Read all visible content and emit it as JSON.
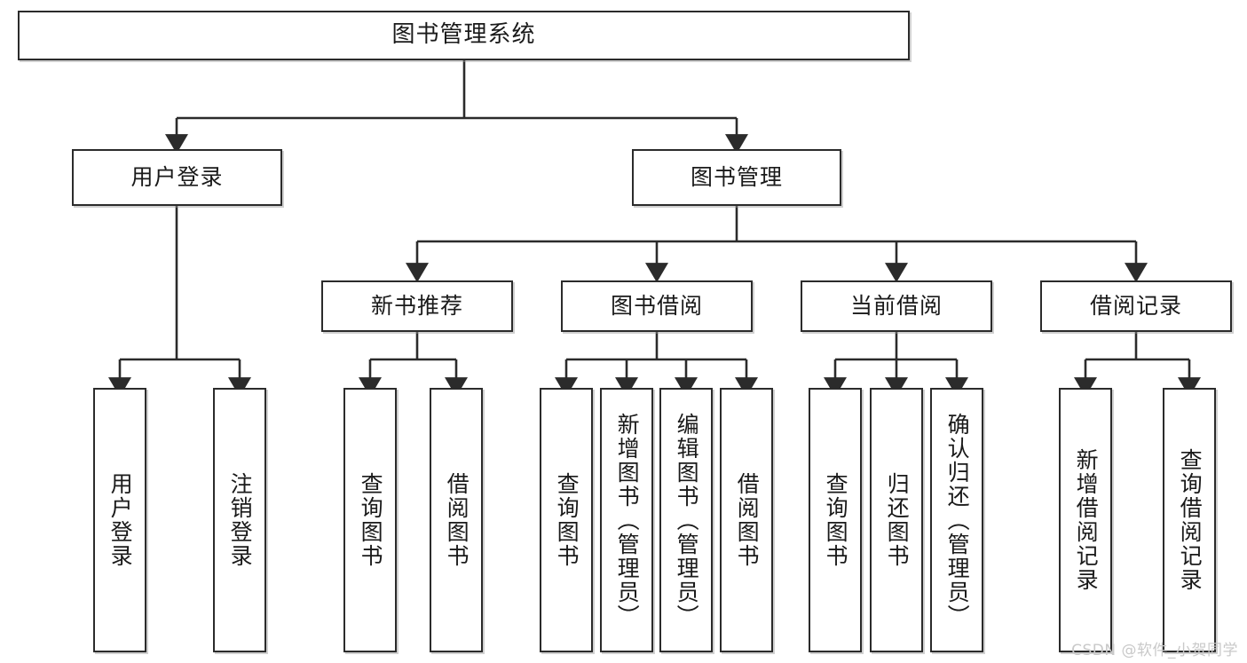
{
  "diagram": {
    "title_node": {
      "label": "图书管理系统"
    },
    "level1": [
      {
        "id": "user-login",
        "label": "用户登录"
      },
      {
        "id": "book-manage",
        "label": "图书管理"
      }
    ],
    "level2": [
      {
        "id": "new-book-rec",
        "label": "新书推荐"
      },
      {
        "id": "book-borrow",
        "label": "图书借阅"
      },
      {
        "id": "current-borrow",
        "label": "当前借阅"
      },
      {
        "id": "borrow-record",
        "label": "借阅记录"
      }
    ],
    "leaves": {
      "user_login": [
        {
          "id": "leaf-user-login",
          "label": "用户登录"
        },
        {
          "id": "leaf-logout",
          "label": "注销登录"
        }
      ],
      "new_book_rec": [
        {
          "id": "leaf-query-book-1",
          "label": "查询图书"
        },
        {
          "id": "leaf-borrow-book-1",
          "label": "借阅图书"
        }
      ],
      "book_borrow": [
        {
          "id": "leaf-query-book-2",
          "label": "查询图书"
        },
        {
          "id": "leaf-add-book",
          "label": "新增图书（管理员）"
        },
        {
          "id": "leaf-edit-book",
          "label": "编辑图书（管理员）"
        },
        {
          "id": "leaf-borrow-book-2",
          "label": "借阅图书"
        }
      ],
      "current_borrow": [
        {
          "id": "leaf-query-book-3",
          "label": "查询图书"
        },
        {
          "id": "leaf-return-book",
          "label": "归还图书"
        },
        {
          "id": "leaf-confirm-return",
          "label": "确认归还（管理员）"
        }
      ],
      "borrow_record": [
        {
          "id": "leaf-add-record",
          "label": "新增借阅记录"
        },
        {
          "id": "leaf-query-record",
          "label": "查询借阅记录"
        }
      ]
    }
  },
  "watermark": {
    "text": "CSDN @软件_小贺同学"
  },
  "colors": {
    "stroke": "#2b2b2b",
    "box_fill": "#ffffff",
    "text": "#1a1a1a",
    "watermark": "#c9c9c9",
    "background": "#ffffff"
  }
}
